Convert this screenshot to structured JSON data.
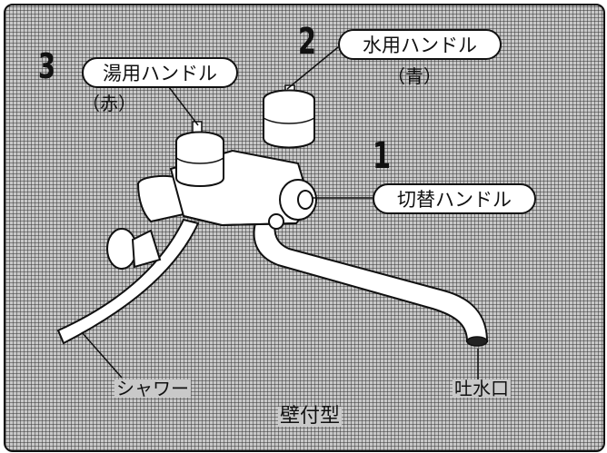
{
  "labels": {
    "num_switch": "1",
    "switch_handle": "切替ハンドル",
    "num_cold": "2",
    "cold_handle": "水用ハンドル",
    "cold_color": "（青）",
    "num_hot": "3",
    "hot_handle": "湯用ハンドル",
    "hot_color": "（赤）",
    "shower": "シャワー",
    "spout": "吐水口",
    "caption": "壁付型"
  },
  "colors": {
    "background": "#c9c9c9",
    "faucet_body": "#ffffff",
    "outline": "#111111"
  }
}
